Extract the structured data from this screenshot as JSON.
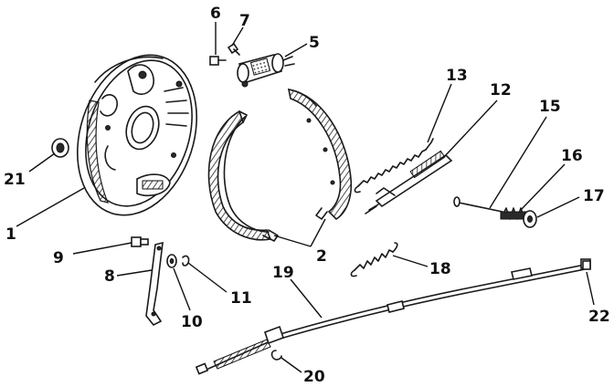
{
  "callouts": [
    {
      "id": "c1",
      "text": "1"
    },
    {
      "id": "c2",
      "text": "2"
    },
    {
      "id": "c5",
      "text": "5"
    },
    {
      "id": "c6",
      "text": "6"
    },
    {
      "id": "c7",
      "text": "7"
    },
    {
      "id": "c8",
      "text": "8"
    },
    {
      "id": "c9",
      "text": "9"
    },
    {
      "id": "c10",
      "text": "10"
    },
    {
      "id": "c11",
      "text": "11"
    },
    {
      "id": "c12",
      "text": "12"
    },
    {
      "id": "c13",
      "text": "13"
    },
    {
      "id": "c15",
      "text": "15"
    },
    {
      "id": "c16",
      "text": "16"
    },
    {
      "id": "c17",
      "text": "17"
    },
    {
      "id": "c18",
      "text": "18"
    },
    {
      "id": "c19",
      "text": "19"
    },
    {
      "id": "c20",
      "text": "20"
    },
    {
      "id": "c21",
      "text": "21"
    },
    {
      "id": "c22",
      "text": "22"
    }
  ]
}
